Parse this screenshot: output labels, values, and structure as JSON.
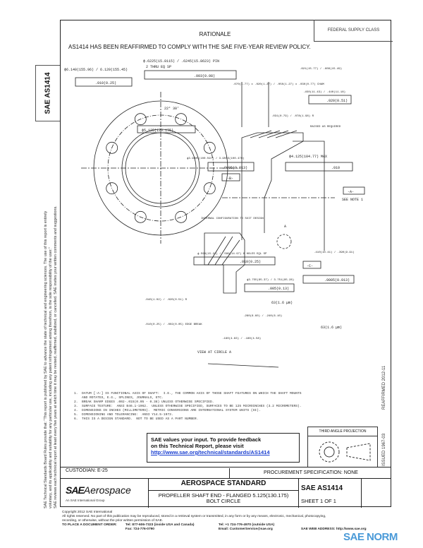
{
  "header": {
    "federal_supply_class": "FEDERAL SUPPLY CLASS",
    "rationale_title": "RATIONALE",
    "rationale_text": "AS1414 HAS BEEN REAFFIRMED TO COMPLY WITH THE SAE FIVE-YEAR REVIEW POLICY."
  },
  "side": {
    "doc_badge": "SAE AS1414",
    "disclaimer_line1": "SAE Technical Standards Board Rules provide that: \"This report is published by SAE to advance the state of technical and engineering sciences. The use of this report is entirely",
    "disclaimer_line2": "voluntary, and its applicability and suitability for any particular use, including any patent infringement arising therefrom, is the sole responsibility of the user.\"",
    "disclaimer_line3": "SAE reviews each technical report at least every five years at which time it may be revised, reaffirmed, stabilized, or cancelled. SAE invites your written comments and suggestions.",
    "issued": "ISSUED 1967-03",
    "reaffirmed": "REAFFIRMED 2012-11"
  },
  "drawing": {
    "labels": {
      "od": "ϕ6.140(155.96) / 6.120(155.45)",
      "od_fcf": ".010(0.25)",
      "pilot": "ϕ.6225(15.8115) / .6245(15.8623) PIN",
      "pilot_qty": "2 THRU EQ SP",
      "pilot_fcf": ".003(0.08)",
      "angle": "22° 30'",
      "bolt_circle": "ϕ5.125(130.175)",
      "chamfer": ".070(1.77) x .020(1.27) / .050(1.27) x .030(0.77) CHAM",
      "thk_top": ".621(15.77) / .609(15.49)",
      "thk2": ".450(11.43) / .440(11.18)",
      "parallel_fcf": ".020(0.51)",
      "radius": ".031(0.79) / .078(1.98) R",
      "raised": "RAISED AS REQUIRED",
      "pilot_dia": "ϕ4.125(104.77) MAX",
      "pilot_dia_fcf": ".010",
      "bore": "ϕ3.9605(100.597) / 3.9555(100.470)",
      "bore_fcf": ".0005(0.013)",
      "datum_b": "-B-",
      "datum_a": "-A-",
      "see_note": "SEE NOTE 1",
      "internal": "INTERNAL CONFIGURATION TO SUIT DESIGN",
      "circle_a": "A",
      "holes": "ϕ.599(15.21) / .589(14.97) 8 HOLES EQL SP",
      "holes_fcf": ".010(0.25)",
      "flange_thk": ".410(10.41) / .390(9.91)",
      "datum_c": "-C-",
      "perp_fcf": ".0005(0.013)",
      "recess": "ϕ3.755(95.37) / 3.751(95.28)",
      "recess_fcf": ".005(0.13)",
      "finish1": "63(1.6 μm)",
      "finish2": "63(1.6 μm)",
      "r_small": ".040(1.02) / .020(0.51) R",
      "edge_break": ".010(0.25) / .002(0.05) EDGE BREAK",
      "d260": ".260(6.60) / .240(6.10)",
      "d190": ".190(4.83) / .180(4.58)",
      "view": "VIEW AT CIRCLE A"
    }
  },
  "notes": [
    "1.  DATUM [-A-] IS FUNCTIONAL AXIS OF SHAFT:  I.E., THE COMMON AXIS OF THOSE SHAFT FEATURES ON WHICH THE SHAFT MOUNTS",
    "    AND ROTATES, E.G., SPLINES, JOURNALS, ETC.",
    "2.  BREAK SHARP EDGES .002-.015(0.05 - 0.38) UNLESS OTHERWISE SPECIFIED.",
    "3.  SURFACE TEXTURE:  ANSI B46.1-1962.  UNLESS OTHERWISE SPECIFIED, SURFACES TO BE 125 MICROINCHES (3.2 MICROMETERS).",
    "4.  DIMENSIONS IN INCHES (MILLIMETERS).  METRIC CONVERSIONS ARE INTERNATIONAL SYSTEM UNITS (SI).",
    "5.  DIMENSIONING AND TOLERANCING:  ANSI Y14.5-1973.",
    "6.  THIS IS A DESIGN STANDARD.  NOT TO BE USED AS A PART NUMBER."
  ],
  "feedback": {
    "line1": "SAE values your input. To provide feedback",
    "line2": "on this Technical Report, please visit",
    "link": "http://www.sae.org/technical/standards/AS1414"
  },
  "projection": {
    "label": "THIRD ANGLE PROJECTION"
  },
  "title_block": {
    "custodian": "CUSTODIAN:  E-25",
    "procurement": "PROCUREMENT SPECIFICATION: NONE",
    "logo_bold": "SAE",
    "logo_rest": "Aerospace",
    "logo_sub": "An SAE International Group",
    "category": "AEROSPACE STANDARD",
    "title_line1": "PROPELLER SHAFT END - FLANGED 5.125(130.175)",
    "title_line2": "BOLT CIRCLE",
    "doc_number": "SAE  AS1414",
    "sheet": "SHEET 1 OF 1"
  },
  "footer": {
    "copyright": "Copyright 2012 SAE International",
    "rights": "All rights reserved. No part of this publication may be reproduced, stored in a retrieval system or transmitted, in any form or by any means, electronic, mechanical, photocopying,",
    "rights2": "recording, or otherwise, without the prior written permission of SAE.",
    "order_label": "TO PLACE A DOCUMENT ORDER:",
    "tel1": "Tel:  877-606-7323 (inside USA and Canada)",
    "tel2": "Tel:  +1 724-776-4970 (outside USA)",
    "fax": "Fax:  724-776-0790",
    "email": "Email:  CustomerService@sae.org",
    "web": "SAE WEB ADDRESS:  http://www.sae.org",
    "watermark": "SAE NORM"
  }
}
